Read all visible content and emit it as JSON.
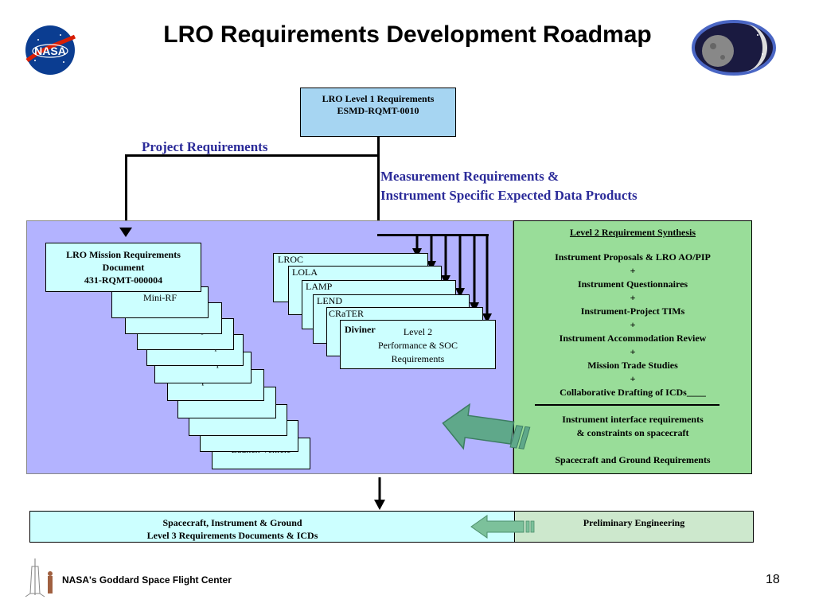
{
  "title": "LRO Requirements Development Roadmap",
  "level1": {
    "line1": "LRO Level 1 Requirements",
    "line2": "ESMD-RQMT-0010"
  },
  "labels": {
    "project": "Project Requirements",
    "measurement_line1": "Measurement Requirements &",
    "measurement_line2": "Instrument Specific Expected Data Products"
  },
  "mission_doc": {
    "line1": "LRO Mission Requirements",
    "line2": "Document",
    "line3": "431-RQMT-000004"
  },
  "stack_items": [
    "Mini-RF",
    "Allocations",
    "Electrical Spec",
    "Mechanical Spec",
    "Thermal Spec",
    "Operations",
    "Contamination",
    "Radiation",
    "Mission Assurance",
    "Launch Vehicle"
  ],
  "instruments": [
    "LROC",
    "LOLA",
    "LAMP",
    "LEND",
    "CRaTER",
    "Diviner"
  ],
  "level2_box": {
    "line1": "Level 2",
    "line2": "Performance & SOC",
    "line3": "Requirements"
  },
  "synthesis": {
    "heading": "Level 2 Requirement Synthesis",
    "items": [
      "Instrument Proposals & LRO AO/PIP",
      "+",
      "Instrument Questionnaires",
      "+",
      "Instrument-Project TIMs",
      "+",
      "Instrument Accommodation Review",
      "+",
      "Mission Trade Studies",
      "+",
      "Collaborative Drafting of ICDs____"
    ],
    "interface_line1": "Instrument interface requirements",
    "interface_line2": "& constraints on spacecraft",
    "ground": "Spacecraft and Ground Requirements"
  },
  "level3": {
    "line1": "Spacecraft, Instrument & Ground",
    "line2": "Level 3 Requirements Documents & ICDs"
  },
  "prelim": "Preliminary Engineering",
  "logo_nasa": "NASA",
  "footer": "NASA's Goddard Space Flight Center",
  "page_number": "18",
  "colors": {
    "light_cyan": "#ccffff",
    "purple_panel": "#b3b3ff",
    "green_panel": "#99dd99",
    "arrow_green": "#5fa88a",
    "label_blue": "#2b2b99"
  }
}
